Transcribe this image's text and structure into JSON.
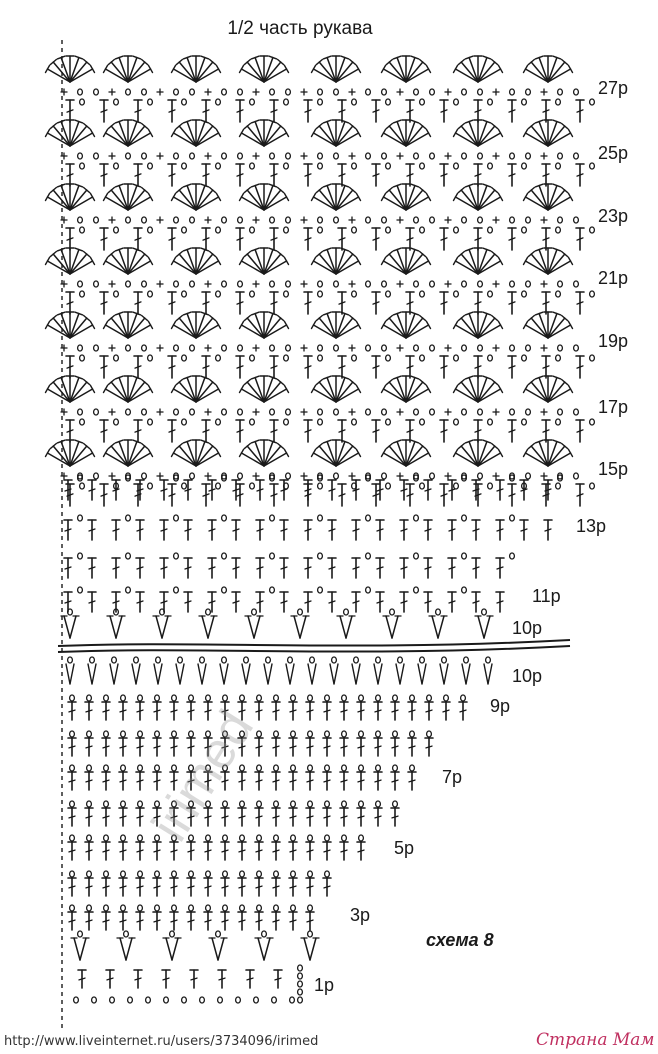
{
  "diagram": {
    "title": "1/2 часть рукава",
    "scheme_label": "схема 8",
    "row_labels": [
      "27р",
      "25р",
      "23р",
      "21р",
      "19р",
      "17р",
      "15р",
      "13р",
      "11р",
      "10р",
      "10р",
      "9р",
      "7р",
      "5р",
      "3р",
      "1р"
    ],
    "watermark": "irimed",
    "footer_url": "http://www.liveinternet.ru/users/3734096/irimed",
    "logo_text": "Страна Мам"
  },
  "colors": {
    "ink": "#1a1a1a",
    "logo": "#c03060"
  }
}
